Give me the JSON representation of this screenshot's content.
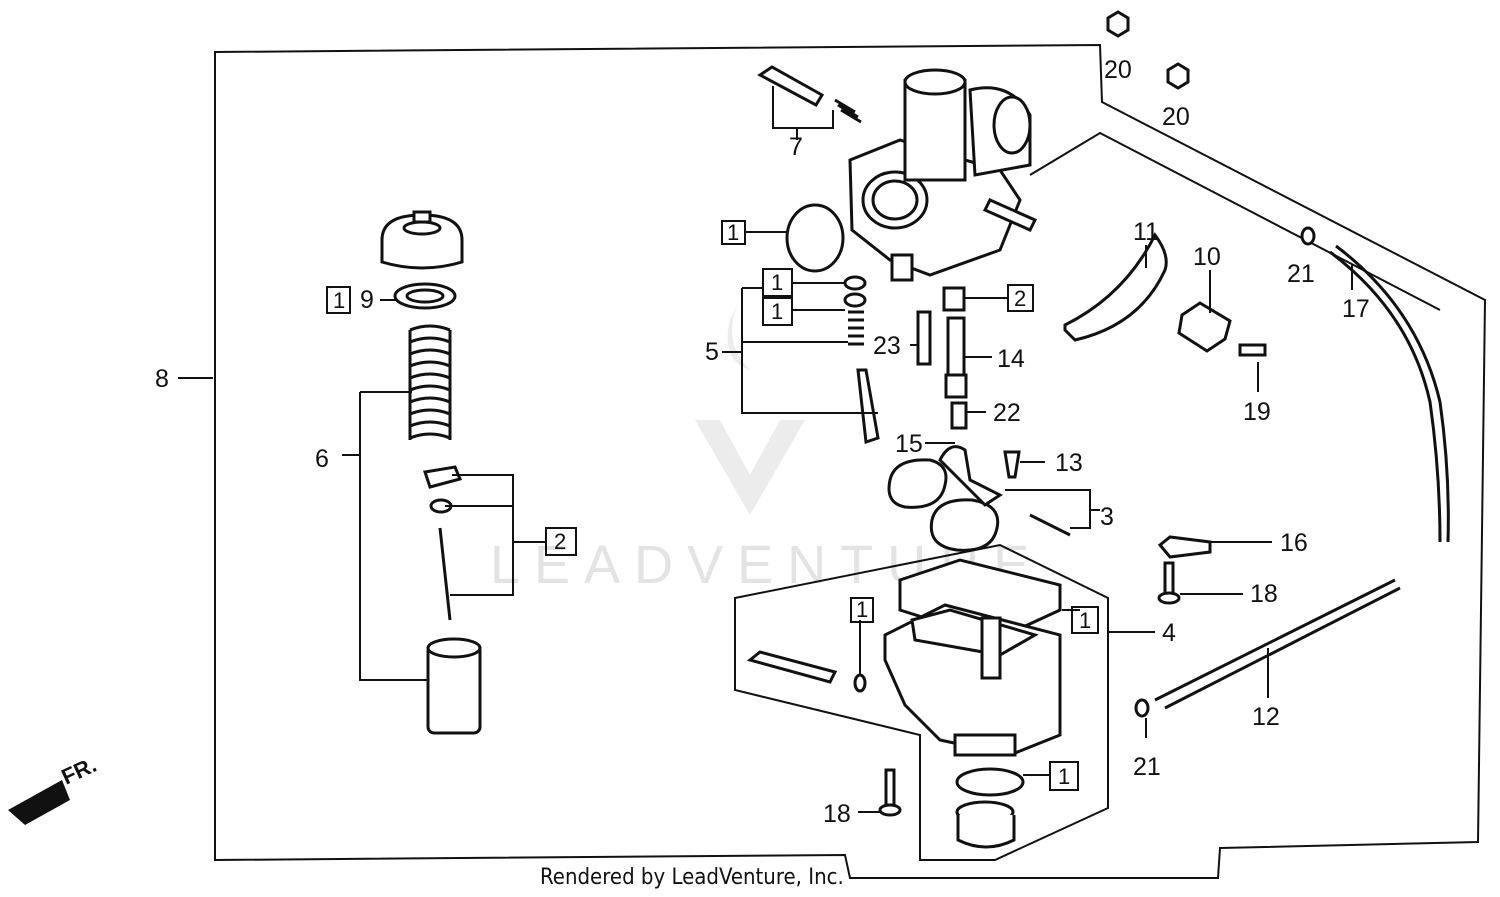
{
  "diagram": {
    "part_labels": {
      "p3": "3",
      "p4": "4",
      "p5": "5",
      "p6": "6",
      "p7": "7",
      "p8": "8",
      "p9": "9",
      "p10": "10",
      "p11": "11",
      "p12": "12",
      "p13": "13",
      "p14": "14",
      "p15": "15",
      "p16": "16",
      "p17": "17",
      "p18a": "18",
      "p18b": "18",
      "p19": "19",
      "p20a": "20",
      "p20b": "20",
      "p21a": "21",
      "p21b": "21",
      "p22": "22",
      "p23": "23"
    },
    "boxed_labels": {
      "b1_top": "1",
      "b1_5a": "1",
      "b1_5b": "1",
      "b1_9": "1",
      "b1_float": "1",
      "b1_bowl": "1",
      "b1_drain": "1",
      "b2_top": "2",
      "b2_6": "2"
    },
    "direction_label": "FR.",
    "watermark": "LEADVENTURE",
    "credit": "Rendered by LeadVenture, Inc."
  }
}
